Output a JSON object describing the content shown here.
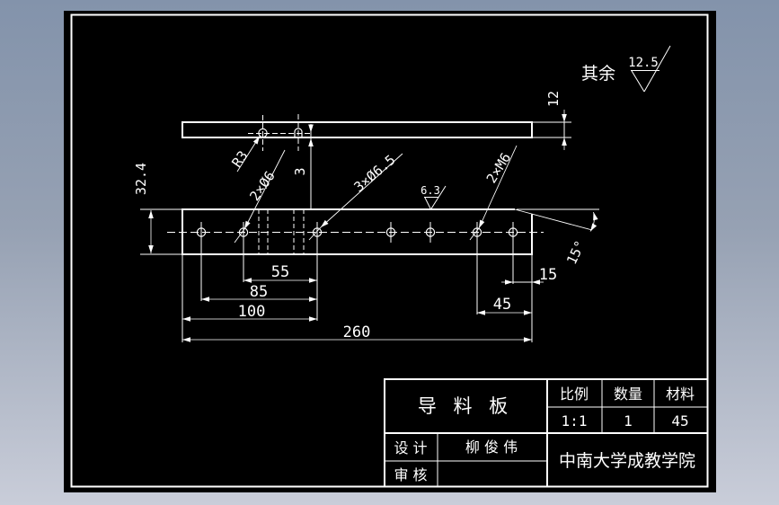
{
  "colors": {
    "line": "#ffffff",
    "canvas": "#000000",
    "bg_top": "#8393AB",
    "bg_bottom": "#C9CDD9"
  },
  "notes": {
    "surface_prefix": "其余",
    "surface_roughness": "12.5",
    "local_roughness": "6.3"
  },
  "callouts": {
    "radius": "R3",
    "holes_d6": "2×Ø6",
    "holes_d65": "3×Ø6.5",
    "holes_m6": "2×M6"
  },
  "dimensions": {
    "slot_depth": "3",
    "thickness": "12",
    "height": "32.4",
    "pitch_55": "55",
    "pitch_85": "85",
    "pitch_100": "100",
    "length_260": "260",
    "offset_45": "45",
    "offset_15": "15",
    "angle_15": "15°"
  },
  "title_block": {
    "part_name": "导 料 板",
    "scale_label": "比例",
    "scale_value": "1:1",
    "quantity_label": "数量",
    "quantity_value": "1",
    "material_label": "材料",
    "material_value": "45",
    "designer_label": "设 计",
    "designer_value": "柳 俊 伟",
    "checker_label": "审 核",
    "checker_value": "",
    "school": "中南大学成教学院"
  }
}
